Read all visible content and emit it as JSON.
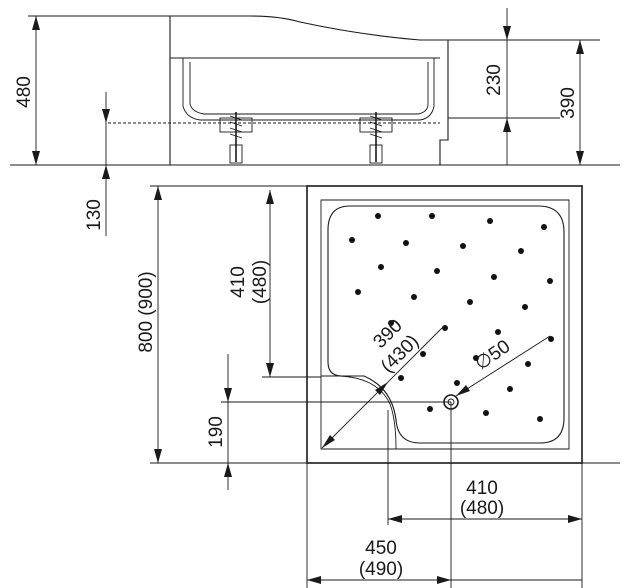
{
  "dimensions": {
    "side_total_height": "480",
    "step_height": "230",
    "tray_height": "390",
    "foot_height": "130",
    "tray_depth": "800 (900)",
    "drain_offset_y": "190",
    "upper_edge": "410",
    "upper_edge_alt": "(480)",
    "diagonal": "390",
    "diagonal_alt": "(430)",
    "drain_diameter": "∅50",
    "drain_offset_x": "410",
    "drain_offset_x_alt": "(480)",
    "bottom_width": "450",
    "bottom_width_alt": "(490)"
  }
}
